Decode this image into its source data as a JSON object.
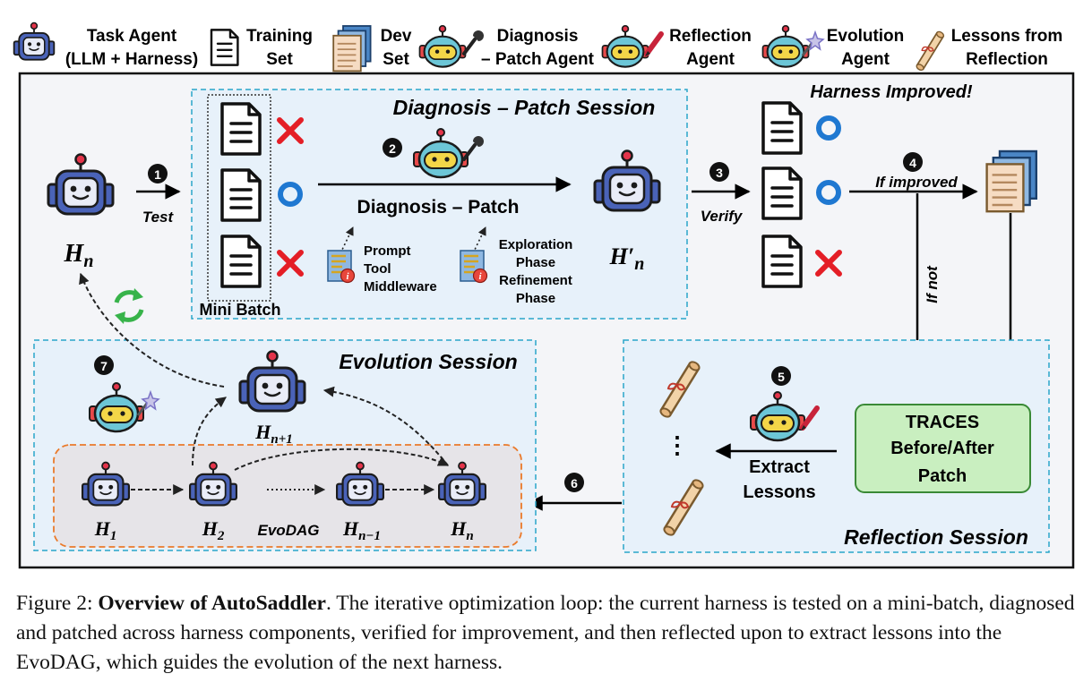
{
  "legend": {
    "task_agent_line1": "Task Agent",
    "task_agent_line2": "(LLM + Harness)",
    "training_line1": "Training",
    "training_line2": "Set",
    "dev_line1": "Dev",
    "dev_line2": "Set",
    "diagnosis_line1": "Diagnosis",
    "diagnosis_line2": "– Patch Agent",
    "reflection_line1": "Reflection",
    "reflection_line2": "Agent",
    "evolution_line1": "Evolution",
    "evolution_line2": "Agent",
    "lessons_line1": "Lessons from",
    "lessons_line2": "Reflection"
  },
  "diagram": {
    "h_n": "H",
    "h_n_sub": "n",
    "h_prime": "H′",
    "h_prime_sub": "n",
    "step1": "1",
    "step2": "2",
    "step3": "3",
    "step4": "4",
    "step5": "5",
    "step6": "6",
    "step7": "7",
    "test_label": "Test",
    "verify_label": "Verify",
    "if_improved": "If improved",
    "if_not": "If not",
    "harness_improved": "Harness Improved!",
    "diag_session_title": "Diagnosis – Patch Session",
    "diagnosis_patch": "Diagnosis – Patch",
    "mini_batch": "Mini Batch",
    "comp1": "Prompt",
    "comp2": "Tool",
    "comp3": "Middleware",
    "phase1": "Exploration",
    "phase2": "Phase",
    "phase3": "Refinement",
    "phase4": "Phase",
    "evolution_session": "Evolution Session",
    "reflection_session": "Reflection Session",
    "traces1": "TRACES",
    "traces2": "Before/After",
    "traces3": "Patch",
    "extract1": "Extract",
    "extract2": "Lessons",
    "ellipsis": "⋮",
    "evodag": "EvoDAG",
    "h1": "H",
    "h1_sub": "1",
    "h2": "H",
    "h2_sub": "2",
    "hn1": "H",
    "hn1_sub": "n−1",
    "hn": "H",
    "hn_sub": "n",
    "hnp1": "H",
    "hnp1_sub": "n+1"
  },
  "caption": {
    "prefix": "Figure 2: ",
    "bold": "Overview of AutoSaddler",
    "text": ". The iterative optimization loop: the current harness is tested on a mini-batch, diagnosed and patched across harness components, verified for improvement, and then reflected upon to extract lessons into the EvoDAG, which guides the evolution of the next harness."
  },
  "colors": {
    "robot_blue": "#4a63b8",
    "robot_face": "#e9ecf7",
    "session_bg": "#e7f1fa",
    "session_border": "#2aa6c9",
    "evodag_bg": "#e6e4e8",
    "evodag_border": "#ea7a2a",
    "traces_fill": "#c9efc0",
    "traces_border": "#3a8a36",
    "cross_red": "#e41e26",
    "circle_blue": "#1f78d1",
    "cycle_green": "#37b34a"
  }
}
